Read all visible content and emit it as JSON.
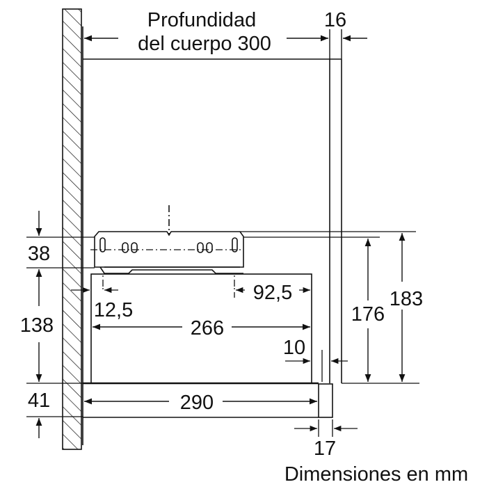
{
  "title": "Dimensiones en mm",
  "colors": {
    "line": "#111111",
    "background": "#ffffff"
  },
  "dimensions": {
    "body_depth_label_line1": "Profundidad",
    "body_depth_label_line2": "del cuerpo 300",
    "front_panel_thickness": "16",
    "bracket_height": "38",
    "body_height_lower": "138",
    "bottom_height": "41",
    "bracket_offset_left": "12,5",
    "bracket_offset_right": "92,5",
    "inner_width": "266",
    "front_gap": "10",
    "extension_depth": "290",
    "handle_depth": "17",
    "height_inner": "176",
    "height_total": "183"
  },
  "units_label": "Dimensiones en mm"
}
